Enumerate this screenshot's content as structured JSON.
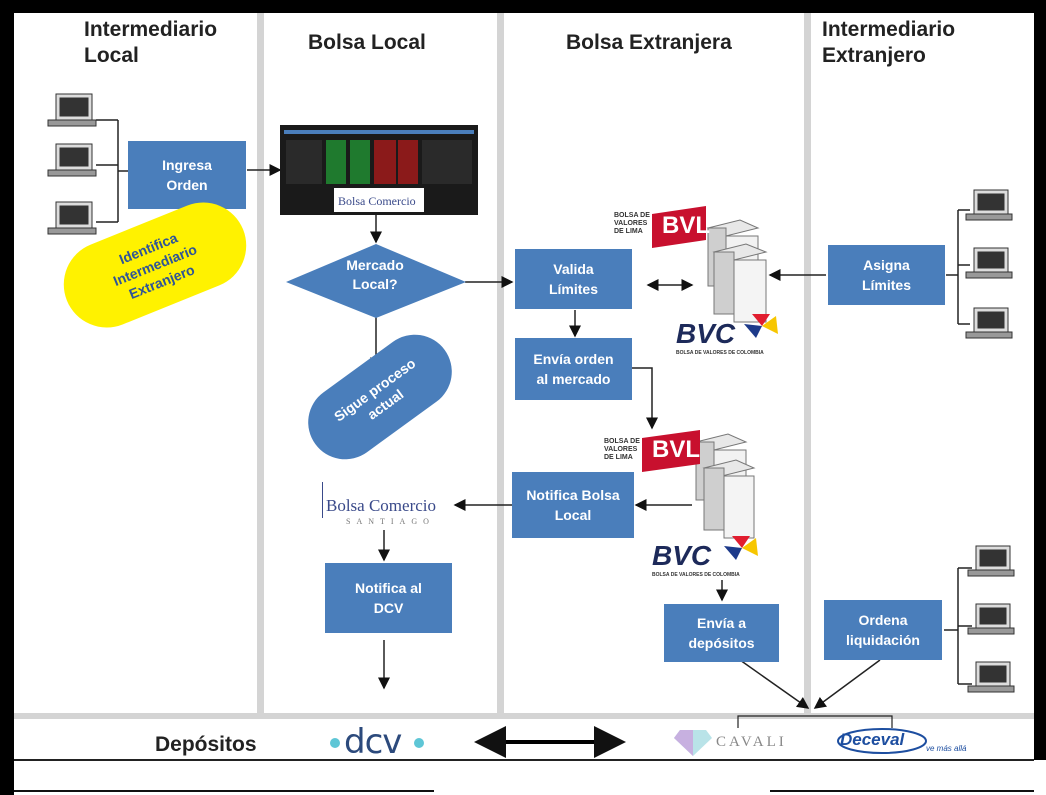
{
  "columns": {
    "local_intermediary": "Intermediario\nLocal",
    "local_exchange": "Bolsa Local",
    "foreign_exchange": "Bolsa Extranjera",
    "foreign_intermediary": "Intermediario\nExtranjero"
  },
  "nodes": {
    "ingresa_orden": "Ingresa\nOrden",
    "identifica": "Identifica\nIntermediario\nExtranjero",
    "mercado_local": "Mercado\nLocal?",
    "sigue_proceso": "Sigue proceso\nactual",
    "valida_limites": "Valida\nLímites",
    "envia_orden": "Envía orden\nal mercado",
    "notifica_bolsa_local": "Notifica Bolsa\nLocal",
    "notifica_dcv": "Notifica al\nDCV",
    "envia_depositos": "Envía a\ndepósitos",
    "asigna_limites": "Asigna\nLímites",
    "ordena_liquidacion": "Ordena\nliquidación"
  },
  "logos": {
    "bolsa_comercio": "Bolsa Comercio",
    "bolsa_comercio_sub": "SANTIAGO",
    "bvl": "BVL",
    "bvl_side": "BOLSA DE\nVALORES\nDE LIMA",
    "bvc": "BVC",
    "bvc_sub": "BOLSA DE VALORES DE COLOMBIA",
    "dcv": "dcv",
    "cavali": "CAVALI",
    "deceval": "Deceval",
    "deceval_tag": "ve más allá"
  },
  "depositos_label": "Depósitos",
  "colors": {
    "box_blue": "#4a7ebb",
    "highlight_yellow": "#fff200",
    "separator_gray": "#d4d4d4",
    "bvl_red": "#c8102e"
  }
}
